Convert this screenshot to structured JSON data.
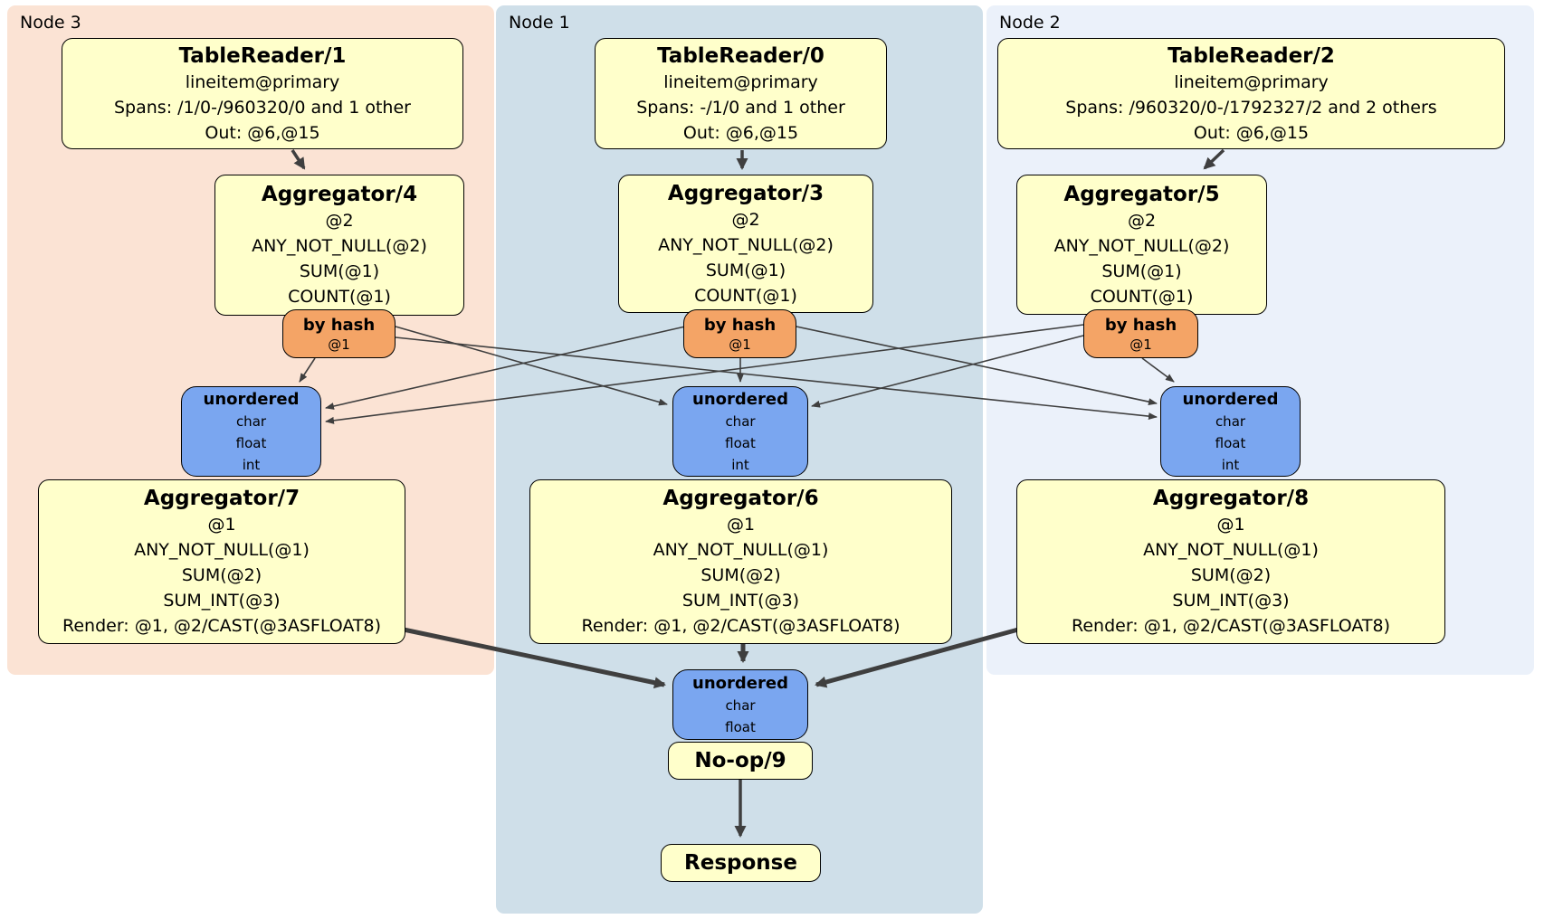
{
  "nodes": [
    {
      "label": "Node 3",
      "table_reader": {
        "title": "TableReader/1",
        "index": "lineitem@primary",
        "spans": "Spans: /1/0-/960320/0 and 1 other",
        "out": "Out: @6,@15"
      },
      "aggregator": {
        "title": "Aggregator/4",
        "group": "@2",
        "fns": [
          "ANY_NOT_NULL(@2)",
          "SUM(@1)",
          "COUNT(@1)"
        ]
      },
      "router": {
        "title": "by hash",
        "key": "@1"
      },
      "stream": {
        "title": "unordered",
        "types": [
          "char",
          "float",
          "int"
        ]
      },
      "final_aggregator": {
        "title": "Aggregator/7",
        "group": "@1",
        "fns": [
          "ANY_NOT_NULL(@1)",
          "SUM(@2)",
          "SUM_INT(@3)"
        ],
        "render": "Render: @1, @2/CAST(@3ASFLOAT8)"
      }
    },
    {
      "label": "Node 1",
      "table_reader": {
        "title": "TableReader/0",
        "index": "lineitem@primary",
        "spans": "Spans: -/1/0 and 1 other",
        "out": "Out: @6,@15"
      },
      "aggregator": {
        "title": "Aggregator/3",
        "group": "@2",
        "fns": [
          "ANY_NOT_NULL(@2)",
          "SUM(@1)",
          "COUNT(@1)"
        ]
      },
      "router": {
        "title": "by hash",
        "key": "@1"
      },
      "stream": {
        "title": "unordered",
        "types": [
          "char",
          "float",
          "int"
        ]
      },
      "final_aggregator": {
        "title": "Aggregator/6",
        "group": "@1",
        "fns": [
          "ANY_NOT_NULL(@1)",
          "SUM(@2)",
          "SUM_INT(@3)"
        ],
        "render": "Render: @1, @2/CAST(@3ASFLOAT8)"
      }
    },
    {
      "label": "Node 2",
      "table_reader": {
        "title": "TableReader/2",
        "index": "lineitem@primary",
        "spans": "Spans: /960320/0-/1792327/2 and 2 others",
        "out": "Out: @6,@15"
      },
      "aggregator": {
        "title": "Aggregator/5",
        "group": "@2",
        "fns": [
          "ANY_NOT_NULL(@2)",
          "SUM(@1)",
          "COUNT(@1)"
        ]
      },
      "router": {
        "title": "by hash",
        "key": "@1"
      },
      "stream": {
        "title": "unordered",
        "types": [
          "char",
          "float",
          "int"
        ]
      },
      "final_aggregator": {
        "title": "Aggregator/8",
        "group": "@1",
        "fns": [
          "ANY_NOT_NULL(@1)",
          "SUM(@2)",
          "SUM_INT(@3)"
        ],
        "render": "Render: @1, @2/CAST(@3ASFLOAT8)"
      }
    }
  ],
  "output": {
    "stream": {
      "title": "unordered",
      "types": [
        "char",
        "float"
      ]
    },
    "noop": {
      "title": "No-op/9"
    },
    "response": {
      "title": "Response"
    }
  },
  "colors": {
    "panel_node3": "#fbe3d4",
    "panel_node1": "#cfdfe9",
    "panel_node2": "#ebf1fa",
    "processor_fill": "#ffffcb",
    "router_fill": "#f4a466",
    "stream_fill": "#7aa6f0",
    "edge": "#3f3f3f"
  }
}
